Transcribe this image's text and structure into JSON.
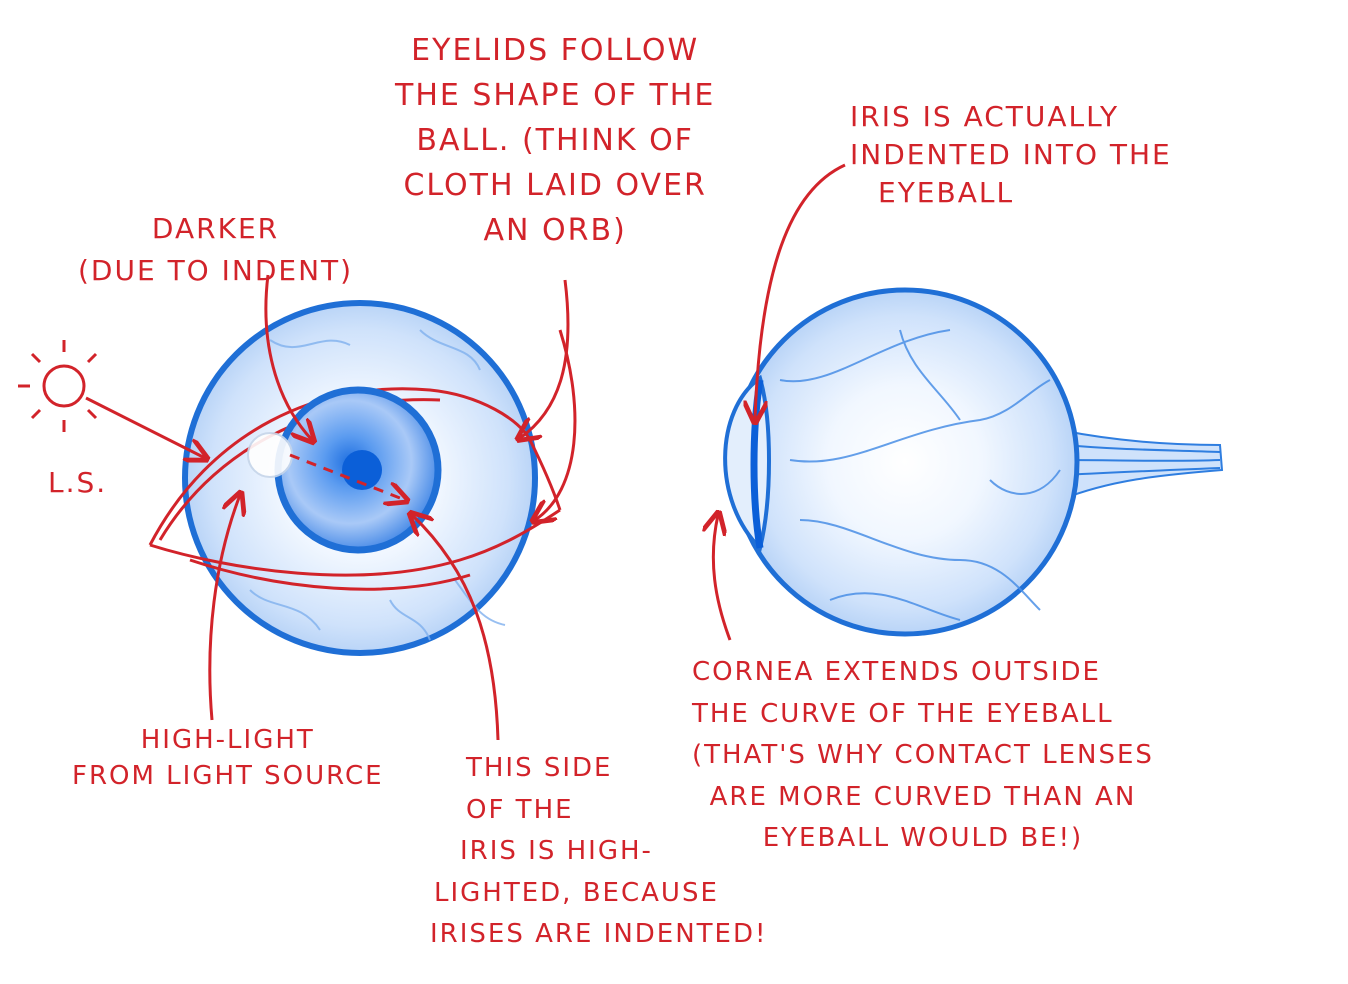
{
  "annotations": {
    "eyelids": [
      "EYELIDS FOLLOW",
      "THE SHAPE OF THE",
      "BALL. (THINK OF",
      "CLOTH LAID OVER",
      "AN ORB)"
    ],
    "darker": [
      "DARKER",
      "(DUE TO INDENT)"
    ],
    "light_source": "L.S.",
    "iris_indented": [
      "IRIS IS ACTUALLY",
      "INDENTED INTO THE",
      "EYEBALL"
    ],
    "highlight": [
      "HIGH-LIGHT",
      "FROM LIGHT SOURCE"
    ],
    "this_side": [
      "THIS SIDE",
      "OF THE",
      "IRIS IS HIGH-",
      "LIGHTED, BECAUSE",
      "IRISES ARE INDENTED!"
    ],
    "cornea": [
      "CORNEA EXTENDS OUTSIDE",
      "THE CURVE OF THE EYEBALL",
      "(THAT'S WHY CONTACT LENSES",
      "ARE MORE CURVED THAN AN",
      "EYEBALL WOULD BE!)"
    ]
  },
  "colors": {
    "annotation": "#d2232a",
    "eyeball_outline": "#1f6fd6",
    "eyeball_fill": "#cfe2fb",
    "iris": "#2a7fe0",
    "pupil": "#0b5fd8"
  },
  "icons": {
    "sun": "sun-icon"
  }
}
